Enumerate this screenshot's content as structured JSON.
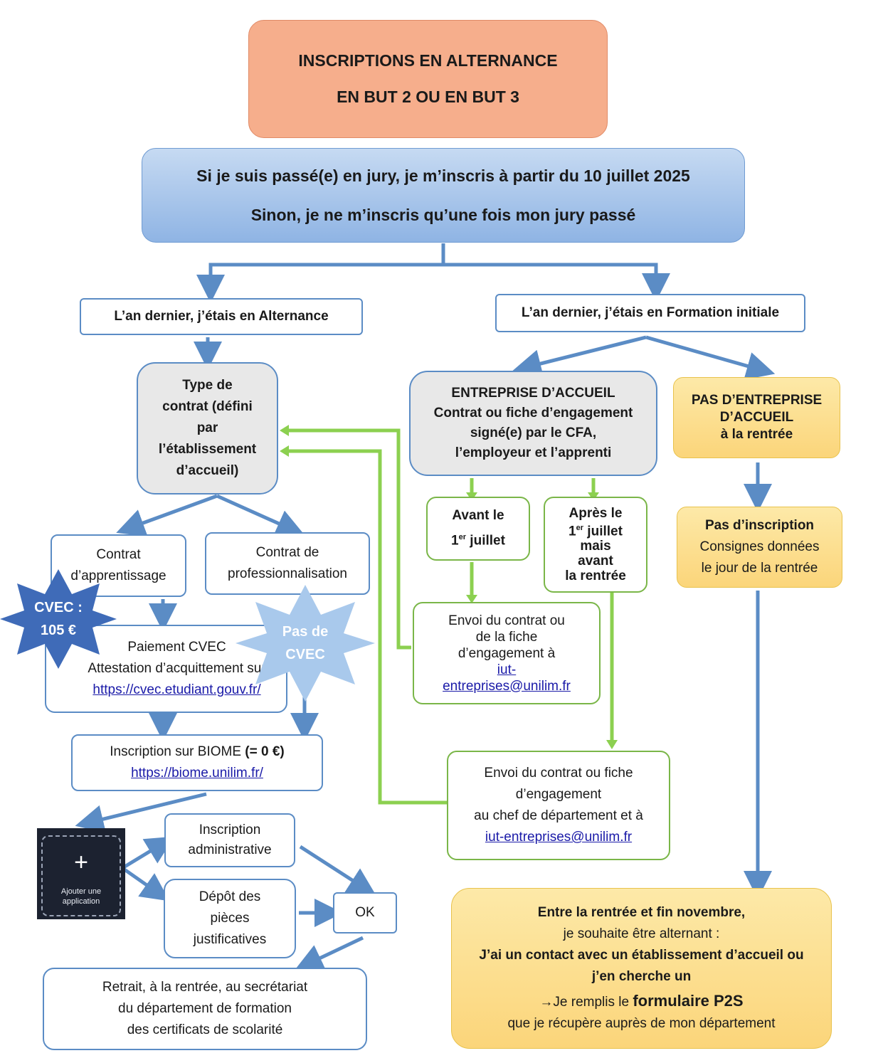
{
  "title": {
    "line1": "INSCRIPTIONS EN ALTERNANCE",
    "line2": "EN BUT 2 OU EN BUT 3"
  },
  "jury": {
    "line1": "Si je suis passé(e) en jury, je m’inscris à partir du 10 juillet 2025",
    "line2": "Sinon, je ne m’inscris qu’une fois mon jury passé"
  },
  "branch_left": "L’an dernier, j’étais en Alternance",
  "branch_right": "L’an dernier, j’étais en Formation initiale",
  "contract_type": {
    "lines": [
      "Type de",
      "contrat (défini",
      "par",
      "l’établissement",
      "d’accueil)"
    ]
  },
  "apprentissage": {
    "line1": "Contrat",
    "line2": "d’apprentissage"
  },
  "professionnalisation": {
    "line1": "Contrat de",
    "line2": "professionnalisation"
  },
  "cvec_star": {
    "line1": "CVEC :",
    "line2": "105 €"
  },
  "no_cvec_star": {
    "line1": "Pas de",
    "line2": "CVEC"
  },
  "cvec_payment": {
    "line1": "Paiement CVEC",
    "line2": "Attestation d’acquittement sur",
    "link": "https://cvec.etudiant.gouv.fr/"
  },
  "biome": {
    "text": "Inscription sur BIOME ",
    "bold": "(= 0 €)",
    "link": "https://biome.unilim.fr/"
  },
  "app_tile": {
    "plus": "+",
    "line1": "Ajouter une",
    "line2": "application"
  },
  "admin_inscription": {
    "line1": "Inscription",
    "line2": "administrative"
  },
  "depot": {
    "line1": "Dépôt des",
    "line2": "pièces",
    "line3": "justificatives"
  },
  "ok": "OK",
  "retrait": {
    "line1": "Retrait, à la rentrée, au secrétariat",
    "line2": "du département de formation",
    "line3": "des certificats de scolarité"
  },
  "entreprise": {
    "line1": "ENTREPRISE D’ACCUEIL",
    "line2": "Contrat ou fiche d’engagement",
    "line3": "signé(e) par le CFA,",
    "line4": "l’employeur et l’apprenti"
  },
  "pas_entreprise": {
    "line1": "PAS D’ENTREPRISE",
    "line2": "D’ACCUEIL",
    "line3": "à la rentrée"
  },
  "avant": {
    "line1": "Avant le",
    "day": "1",
    "sup": "er",
    "month": " juillet"
  },
  "apres": {
    "line1": "Après le",
    "day": "1",
    "sup": "er",
    "month": " juillet",
    "line3": "mais",
    "line4": "avant",
    "line5": "la rentrée"
  },
  "envoi1": {
    "line1": "Envoi du contrat ou",
    "line2": "de la fiche",
    "line3": "d’engagement à",
    "link1": "iut-",
    "link2": "entreprises@unilim.fr"
  },
  "envoi2": {
    "line1": "Envoi du contrat ou fiche",
    "line2": "d’engagement",
    "line3": "au chef de département et à",
    "link": "iut-entreprises@unilim.fr"
  },
  "pas_inscription": {
    "line1": "Pas d’inscription",
    "line2": "Consignes données",
    "line3": "le jour de la rentrée"
  },
  "final": {
    "line1": "Entre la rentrée et fin novembre,",
    "line2": "je souhaite être alternant :",
    "line3": "J’ai un contact avec un établissement d’accueil ou",
    "line4": "j’en cherche un",
    "arrow": "→",
    "line5a": "Je remplis le ",
    "line5b": "formulaire P2S",
    "line6": "que je récupère auprès de mon département"
  },
  "colors": {
    "blue_arrow": "#5b8cc5",
    "green_arrow": "#8cd050",
    "title_bg": "#f5b08f",
    "jury_bg": "#a8c6ea",
    "grey_bg": "#e8e8e8",
    "orange_bg": "#fbd57a",
    "star_dark": "#3f6bb8",
    "star_light": "#a9c9ec"
  }
}
